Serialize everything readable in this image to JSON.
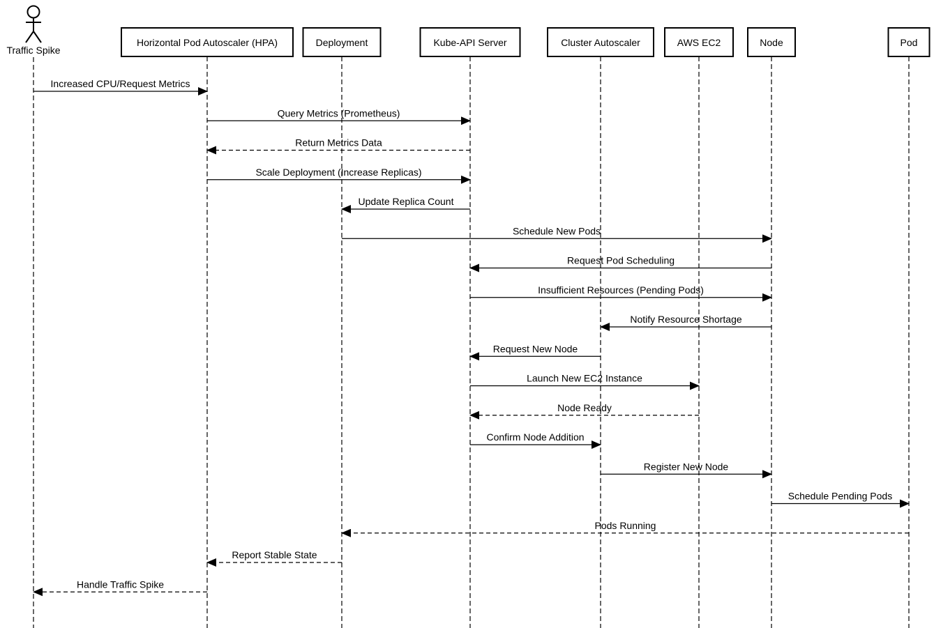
{
  "diagram": {
    "type": "sequence",
    "actor": {
      "name": "Traffic Spike"
    },
    "participants": [
      {
        "name": "Horizontal Pod Autoscaler (HPA)"
      },
      {
        "name": "Deployment"
      },
      {
        "name": "Kube-API Server"
      },
      {
        "name": "Cluster Autoscaler"
      },
      {
        "name": "AWS EC2"
      },
      {
        "name": "Node"
      },
      {
        "name": "Pod"
      }
    ],
    "messages": [
      {
        "from": "Traffic Spike",
        "to": "Horizontal Pod Autoscaler (HPA)",
        "label": "Increased CPU/Request Metrics",
        "style": "solid"
      },
      {
        "from": "Horizontal Pod Autoscaler (HPA)",
        "to": "Kube-API Server",
        "label": "Query Metrics (Prometheus)",
        "style": "solid"
      },
      {
        "from": "Kube-API Server",
        "to": "Horizontal Pod Autoscaler (HPA)",
        "label": "Return Metrics Data",
        "style": "dashed"
      },
      {
        "from": "Horizontal Pod Autoscaler (HPA)",
        "to": "Kube-API Server",
        "label": "Scale Deployment (Increase Replicas)",
        "style": "solid"
      },
      {
        "from": "Kube-API Server",
        "to": "Deployment",
        "label": "Update Replica Count",
        "style": "solid"
      },
      {
        "from": "Deployment",
        "to": "Node",
        "label": "Schedule New Pods",
        "style": "solid"
      },
      {
        "from": "Node",
        "to": "Kube-API Server",
        "label": "Request Pod Scheduling",
        "style": "solid"
      },
      {
        "from": "Kube-API Server",
        "to": "Node",
        "label": "Insufficient Resources (Pending Pods)",
        "style": "solid"
      },
      {
        "from": "Node",
        "to": "Cluster Autoscaler",
        "label": "Notify Resource Shortage",
        "style": "solid"
      },
      {
        "from": "Cluster Autoscaler",
        "to": "Kube-API Server",
        "label": "Request New Node",
        "style": "solid"
      },
      {
        "from": "Kube-API Server",
        "to": "AWS EC2",
        "label": "Launch New EC2 Instance",
        "style": "solid"
      },
      {
        "from": "AWS EC2",
        "to": "Kube-API Server",
        "label": "Node Ready",
        "style": "dashed"
      },
      {
        "from": "Kube-API Server",
        "to": "Cluster Autoscaler",
        "label": "Confirm Node Addition",
        "style": "solid"
      },
      {
        "from": "Cluster Autoscaler",
        "to": "Node",
        "label": "Register New Node",
        "style": "solid"
      },
      {
        "from": "Node",
        "to": "Pod",
        "label": "Schedule Pending Pods",
        "style": "solid"
      },
      {
        "from": "Pod",
        "to": "Deployment",
        "label": "Pods Running",
        "style": "dashed"
      },
      {
        "from": "Deployment",
        "to": "Horizontal Pod Autoscaler (HPA)",
        "label": "Report Stable State",
        "style": "dashed"
      },
      {
        "from": "Horizontal Pod Autoscaler (HPA)",
        "to": "Traffic Spike",
        "label": "Handle Traffic Spike",
        "style": "dashed"
      }
    ],
    "colors": {
      "line": "#000000",
      "box_fill": "#ffffff",
      "background": "#ffffff"
    }
  }
}
